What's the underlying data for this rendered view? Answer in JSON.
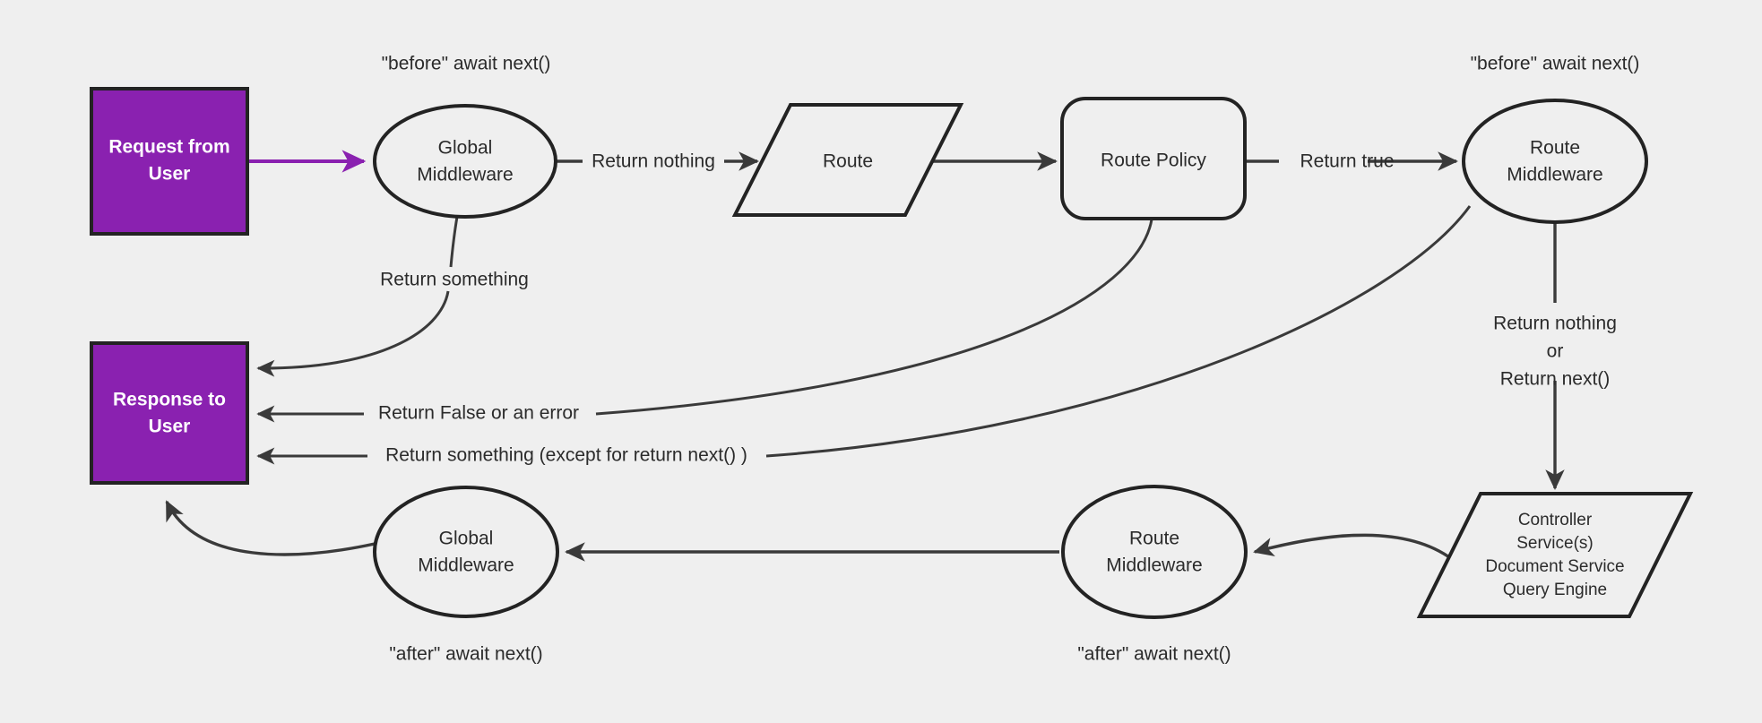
{
  "diagram": {
    "title": "Request / Response Middleware Flow",
    "background_color": "#efefef",
    "accent_color": "#8a21b0",
    "stroke_color": "#232323"
  },
  "nodes": {
    "request_from_user": {
      "label_line1": "Request from",
      "label_line2": "User",
      "shape": "rectangle",
      "fill": "#8a21b0"
    },
    "response_to_user": {
      "label_line1": "Response to",
      "label_line2": "User",
      "shape": "rectangle",
      "fill": "#8a21b0"
    },
    "global_middleware_before": {
      "label_line1": "Global",
      "label_line2": "Middleware",
      "shape": "ellipse"
    },
    "route": {
      "label": "Route",
      "shape": "parallelogram"
    },
    "route_policy": {
      "label": "Route Policy",
      "shape": "rounded-rectangle"
    },
    "route_middleware_before": {
      "label_line1": "Route",
      "label_line2": "Middleware",
      "shape": "ellipse"
    },
    "controller": {
      "label_line1": "Controller",
      "label_line2": "Service(s)",
      "label_line3": "Document Service",
      "label_line4": "Query Engine",
      "shape": "parallelogram"
    },
    "route_middleware_after": {
      "label_line1": "Route",
      "label_line2": "Middleware",
      "shape": "ellipse"
    },
    "global_middleware_after": {
      "label_line1": "Global",
      "label_line2": "Middleware",
      "shape": "ellipse"
    }
  },
  "annotations": {
    "before_global": "\"before\" await next()",
    "before_route_mw": "\"before\" await next()",
    "after_global": "\"after\" await next()",
    "after_route_mw": "\"after\" await next()"
  },
  "edge_labels": {
    "return_nothing": "Return nothing",
    "return_true": "Return true",
    "return_something_global": "Return something",
    "return_false_or_error": "Return False or an error",
    "return_something_except_next": "Return something (except for return next() )",
    "return_nothing_or_next_line1": "Return nothing",
    "return_nothing_or_next_line2": "or",
    "return_nothing_or_next_line3": "Return next()"
  }
}
